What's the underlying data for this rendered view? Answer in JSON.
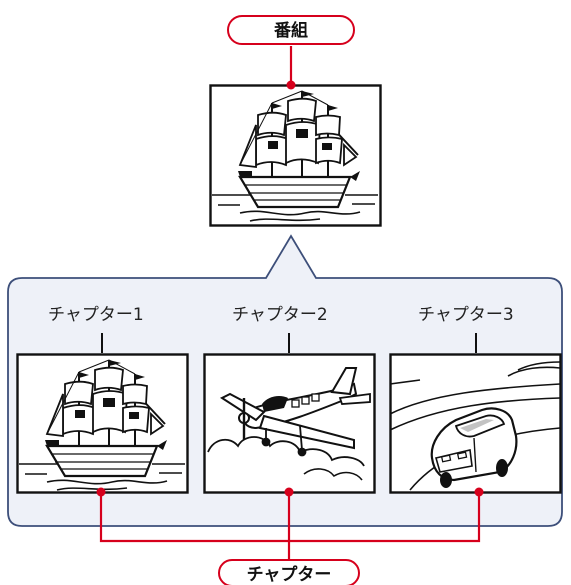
{
  "program_label": "番組",
  "chapters": [
    {
      "label": "チャプター1",
      "illustration": "sailing-ship"
    },
    {
      "label": "チャプター2",
      "illustration": "propeller-airplane"
    },
    {
      "label": "チャプター3",
      "illustration": "car-on-road"
    }
  ],
  "chapter_group_label": "チャプター",
  "program_illustration": "sailing-ship",
  "colors": {
    "accent_red": "#d6001c",
    "panel_fill": "#eef1f8",
    "panel_border": "#3d4f7a",
    "frame": "#111111"
  }
}
